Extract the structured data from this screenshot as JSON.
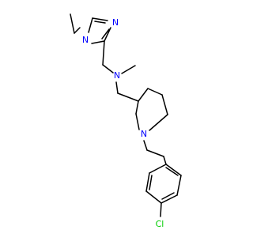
{
  "diagram": {
    "type": "chemical-structure",
    "atom_labels": {
      "n_imidazole_1": "N",
      "n_imidazole_2": "N",
      "n_amine": "N",
      "n_piperidine": "N",
      "cl": "Cl"
    },
    "colors": {
      "bond": "#000000",
      "nitrogen": "#0000ff",
      "chlorine": "#00cc00",
      "background": "#ffffff"
    }
  }
}
